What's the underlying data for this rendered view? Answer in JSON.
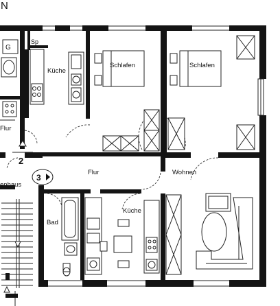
{
  "corner_text": "N",
  "rooms": {
    "kueche_left": "Küche",
    "sp": "Sp",
    "schlafen_left": "Schlafen",
    "schlafen_right": "Schlafen",
    "flur_left": "Flur",
    "flur_center": "Flur",
    "treppenhaus": "enhaus",
    "wohnen": "Wohnen",
    "bad": "Bad",
    "kueche_bottom": "Küche"
  },
  "markers": {
    "stair_2": "2",
    "unit_3": "3"
  }
}
